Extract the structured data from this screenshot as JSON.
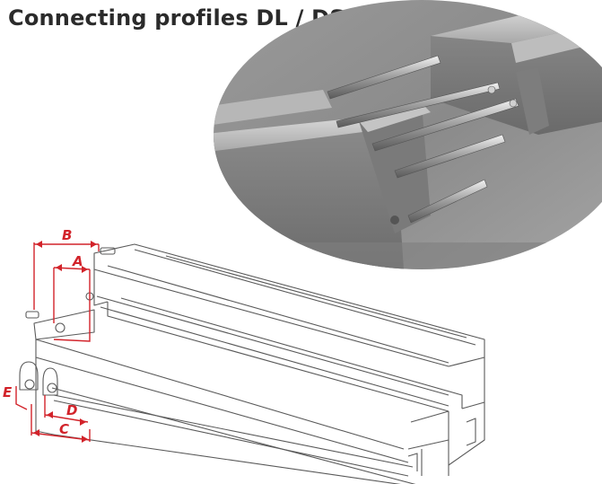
{
  "title": "Connecting profiles DL / DS",
  "dimension_labels": {
    "a": "A",
    "b": "B",
    "c": "C",
    "d": "D",
    "e": "E"
  },
  "colors": {
    "title": "#2b2b2b",
    "dimension": "#d2232a",
    "drawing_line": "#5a5a5a",
    "photo_dark": "#6e6e6e",
    "photo_light": "#c9c9c9"
  }
}
